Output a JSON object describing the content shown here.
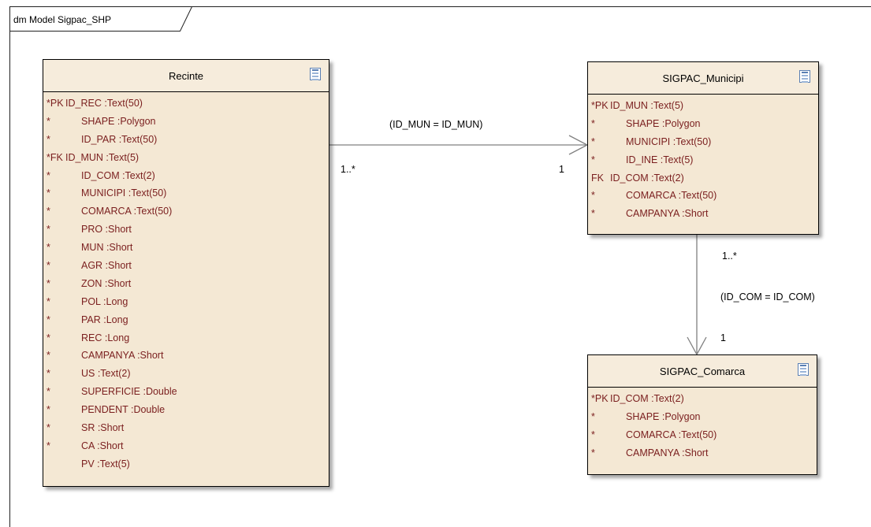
{
  "diagram": {
    "frame_label": "dm Model Sigpac_SHP"
  },
  "entities": {
    "recinte": {
      "title": "Recinte",
      "icon": "table-icon",
      "attributes": [
        {
          "prefix": "*PK",
          "name": "ID_REC :Text(50)",
          "key": true
        },
        {
          "prefix": "*",
          "name": "SHAPE :Polygon",
          "key": false
        },
        {
          "prefix": "*",
          "name": "ID_PAR :Text(50)",
          "key": false
        },
        {
          "prefix": "*FK",
          "name": "ID_MUN :Text(5)",
          "key": true
        },
        {
          "prefix": "*",
          "name": "ID_COM :Text(2)",
          "key": false
        },
        {
          "prefix": "*",
          "name": "MUNICIPI :Text(50)",
          "key": false
        },
        {
          "prefix": "*",
          "name": "COMARCA :Text(50)",
          "key": false
        },
        {
          "prefix": "*",
          "name": "PRO :Short",
          "key": false
        },
        {
          "prefix": "*",
          "name": "MUN :Short",
          "key": false
        },
        {
          "prefix": "*",
          "name": "AGR :Short",
          "key": false
        },
        {
          "prefix": "*",
          "name": "ZON :Short",
          "key": false
        },
        {
          "prefix": "*",
          "name": "POL :Long",
          "key": false
        },
        {
          "prefix": "*",
          "name": "PAR :Long",
          "key": false
        },
        {
          "prefix": "*",
          "name": "REC :Long",
          "key": false
        },
        {
          "prefix": "*",
          "name": "CAMPANYA :Short",
          "key": false
        },
        {
          "prefix": "*",
          "name": "US :Text(2)",
          "key": false
        },
        {
          "prefix": "*",
          "name": "SUPERFICIE :Double",
          "key": false
        },
        {
          "prefix": "*",
          "name": "PENDENT :Double",
          "key": false
        },
        {
          "prefix": "*",
          "name": "SR :Short",
          "key": false
        },
        {
          "prefix": "*",
          "name": "CA :Short",
          "key": false
        },
        {
          "prefix": "",
          "name": "PV :Text(5)",
          "key": false
        }
      ]
    },
    "municipi": {
      "title": "SIGPAC_Municipi",
      "icon": "table-icon",
      "attributes": [
        {
          "prefix": "*PK",
          "name": "ID_MUN :Text(5)",
          "key": true
        },
        {
          "prefix": "*",
          "name": "SHAPE :Polygon",
          "key": false
        },
        {
          "prefix": "*",
          "name": "MUNICIPI :Text(50)",
          "key": false
        },
        {
          "prefix": "*",
          "name": "ID_INE :Text(5)",
          "key": false
        },
        {
          "prefix": "FK",
          "name": "ID_COM :Text(2)",
          "key": true
        },
        {
          "prefix": "*",
          "name": "COMARCA :Text(50)",
          "key": false
        },
        {
          "prefix": "*",
          "name": "CAMPANYA :Short",
          "key": false
        }
      ]
    },
    "comarca": {
      "title": "SIGPAC_Comarca",
      "icon": "table-icon",
      "attributes": [
        {
          "prefix": "*PK",
          "name": "ID_COM :Text(2)",
          "key": true
        },
        {
          "prefix": "*",
          "name": "SHAPE :Polygon",
          "key": false
        },
        {
          "prefix": "*",
          "name": "COMARCA :Text(50)",
          "key": false
        },
        {
          "prefix": "*",
          "name": "CAMPANYA :Short",
          "key": false
        }
      ]
    }
  },
  "connectors": {
    "recinte_municipi": {
      "label": "(ID_MUN = ID_MUN)",
      "source_multiplicity": "1..*",
      "target_multiplicity": "1"
    },
    "municipi_comarca": {
      "label": "(ID_COM = ID_COM)",
      "source_multiplicity": "1..*",
      "target_multiplicity": "1"
    }
  }
}
